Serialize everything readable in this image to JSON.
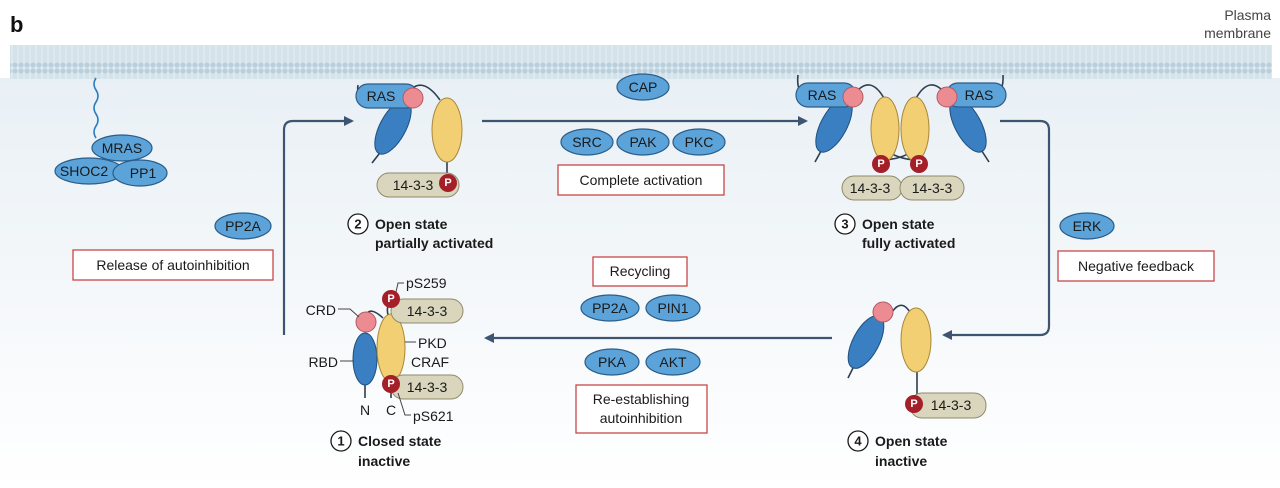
{
  "panel_label": "b",
  "membrane": {
    "line1": "Plasma",
    "line2": "membrane"
  },
  "anchor": {
    "mras": "MRAS",
    "shoc2": "SHOC2",
    "pp1": "PP1"
  },
  "regulators": {
    "pp2a_left": "PP2A",
    "cap": "CAP",
    "src": "SRC",
    "pak": "PAK",
    "pkc": "PKC",
    "erk": "ERK",
    "pp2a_mid": "PP2A",
    "pin1": "PIN1",
    "pka": "PKA",
    "akt": "AKT"
  },
  "boxes": {
    "release": "Release of autoinhibition",
    "complete": "Complete activation",
    "negative": "Negative feedback",
    "recycling": "Recycling",
    "reestablish1": "Re-establishing",
    "reestablish2": "autoinhibition"
  },
  "states": [
    {
      "num": "1",
      "line1": "Closed state",
      "line2": "inactive"
    },
    {
      "num": "2",
      "line1": "Open state",
      "line2": "partially activated"
    },
    {
      "num": "3",
      "line1": "Open state",
      "line2": "fully activated"
    },
    {
      "num": "4",
      "line1": "Open state",
      "line2": "inactive"
    }
  ],
  "protein_labels": {
    "ras": "RAS",
    "p": "P",
    "fourteen33": "14-3-3",
    "crd": "CRD",
    "rbd": "RBD",
    "pkd": "PKD",
    "craf": "CRAF",
    "n": "N",
    "c": "C",
    "ps259": "pS259",
    "ps621": "pS621"
  },
  "colors": {
    "regulator_pill": "#5ba3d9",
    "fourteen33_pill": "#d9d6bd",
    "ras_rbd": "#3a7fc1",
    "kinase_domain": "#f3cf73",
    "crd": "#ec8c92",
    "phospho": "#a51f28",
    "box_border": "#c74848",
    "membrane": "#cfe0ea"
  }
}
